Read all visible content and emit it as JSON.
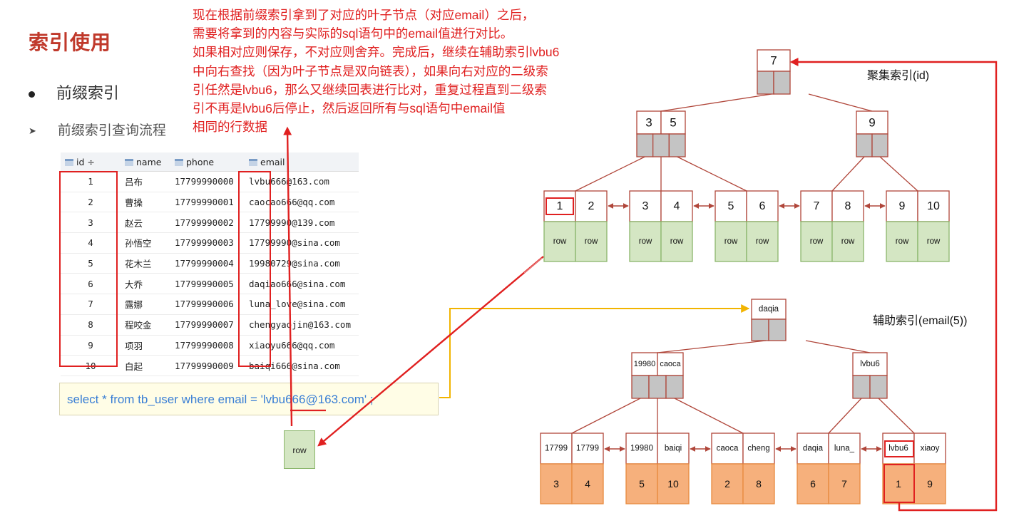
{
  "page": {
    "title": "索引使用",
    "bullet_main": "前缀索引",
    "bullet_sub": "前缀索引查询流程"
  },
  "note_lines": [
    "现在根据前缀索引拿到了对应的叶子节点（对应email）之后，",
    "需要将拿到的内容与实际的sql语句中的email值进行对比。",
    "如果相对应则保存，不对应则舍弃。完成后，继续在辅助索引lvbu6",
    "中向右查找（因为叶子节点是双向链表），如果向右对应的二级索",
    "引任然是lvbu6，那么又继续回表进行比对，重复过程直到二级索",
    "引不再是lvbu6后停止，然后返回所有与sql语句中email值",
    "相同的行数据"
  ],
  "table": {
    "headers": [
      "id",
      "name",
      "phone",
      "email"
    ],
    "rows": [
      [
        "1",
        "吕布",
        "17799990000",
        "lvbu666@163.com"
      ],
      [
        "2",
        "曹操",
        "17799990001",
        "caocao666@qq.com"
      ],
      [
        "3",
        "赵云",
        "17799990002",
        "17799990@139.com"
      ],
      [
        "4",
        "孙悟空",
        "17799990003",
        "17799990@sina.com"
      ],
      [
        "5",
        "花木兰",
        "17799990004",
        "19980729@sina.com"
      ],
      [
        "6",
        "大乔",
        "17799990005",
        "daqiao666@sina.com"
      ],
      [
        "7",
        "露娜",
        "17799990006",
        "luna_love@sina.com"
      ],
      [
        "8",
        "程咬金",
        "17799990007",
        "chengyaojin@163.com"
      ],
      [
        "9",
        "项羽",
        "17799990008",
        "xiaoyu666@qq.com"
      ],
      [
        "10",
        "白起",
        "17799990009",
        "baiqi666@sina.com"
      ]
    ]
  },
  "sql": "select * from tb_user where email = 'lvbu666@163.com' ;",
  "row_label": "row",
  "clustered": {
    "label": "聚集索引(id)",
    "root": [
      "7"
    ],
    "internal": [
      [
        "3",
        "5"
      ],
      [
        "9"
      ]
    ],
    "leaves": [
      [
        "1",
        "2"
      ],
      [
        "3",
        "4"
      ],
      [
        "5",
        "6"
      ],
      [
        "7",
        "8"
      ],
      [
        "9",
        "10"
      ]
    ]
  },
  "secondary": {
    "label": "辅助索引(email(5))",
    "root": [
      "daqia"
    ],
    "internal": [
      [
        "19980",
        "caoca"
      ],
      [
        "lvbu6"
      ]
    ],
    "leaves": [
      {
        "keys": [
          "17799",
          "17799"
        ],
        "ids": [
          "3",
          "4"
        ]
      },
      {
        "keys": [
          "19980",
          "baiqi"
        ],
        "ids": [
          "5",
          "10"
        ]
      },
      {
        "keys": [
          "caoca",
          "cheng"
        ],
        "ids": [
          "2",
          "8"
        ]
      },
      {
        "keys": [
          "daqia",
          "luna_"
        ],
        "ids": [
          "6",
          "7"
        ]
      },
      {
        "keys": [
          "lvbu6",
          "xiaoy"
        ],
        "ids": [
          "1",
          "9"
        ]
      }
    ]
  },
  "colors": {
    "title": "#c0392b",
    "highlight": "#e02020",
    "tree_line": "#b0463a",
    "row_fill": "#d4e6c3",
    "row_border": "#8bb66b",
    "id_fill": "#f6b07c",
    "id_border": "#e88a3e",
    "pointer_fill": "#c4c4c4",
    "link_arrow": "#f2b400",
    "sql_text": "#3a7fd5"
  }
}
